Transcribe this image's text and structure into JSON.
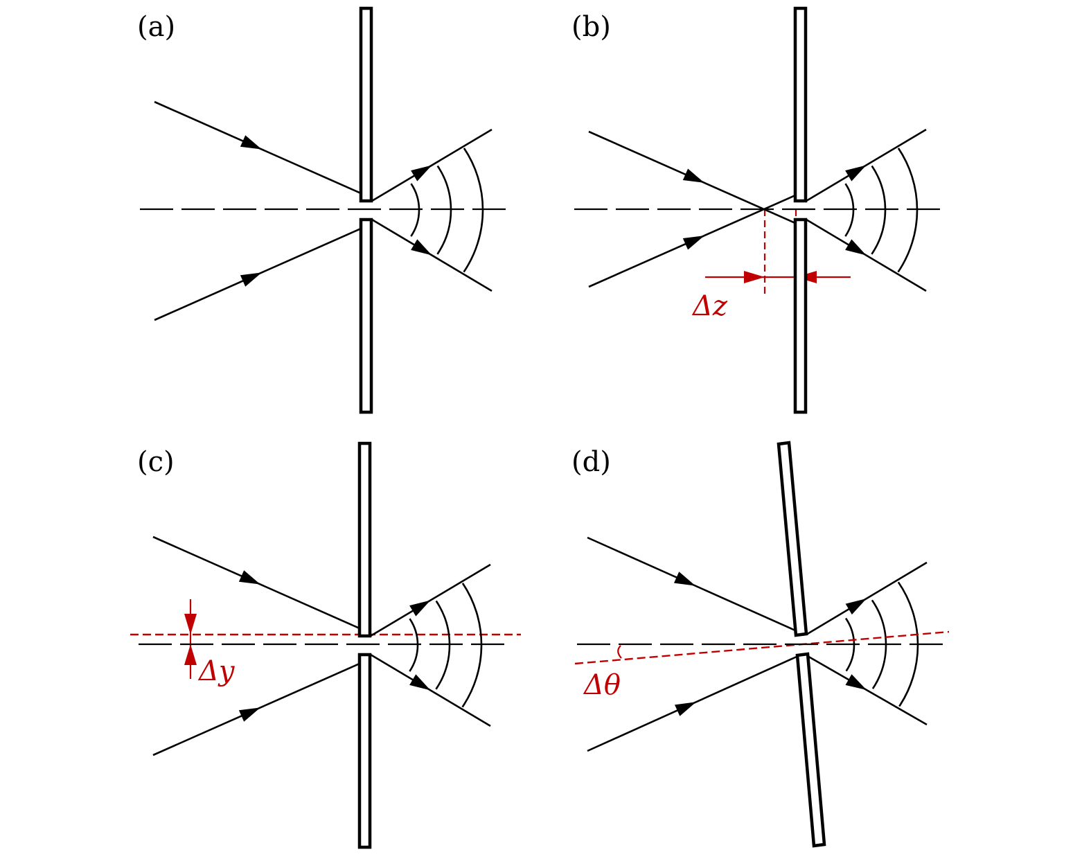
{
  "panels": [
    {
      "id": "a",
      "label": "(a)"
    },
    {
      "id": "b",
      "label": "(b)",
      "annotation": "Δz"
    },
    {
      "id": "c",
      "label": "(c)",
      "annotation": "Δy"
    },
    {
      "id": "d",
      "label": "(d)",
      "annotation": "Δθ"
    }
  ],
  "colors": {
    "ink": "#000000",
    "accent": "#c00000"
  }
}
